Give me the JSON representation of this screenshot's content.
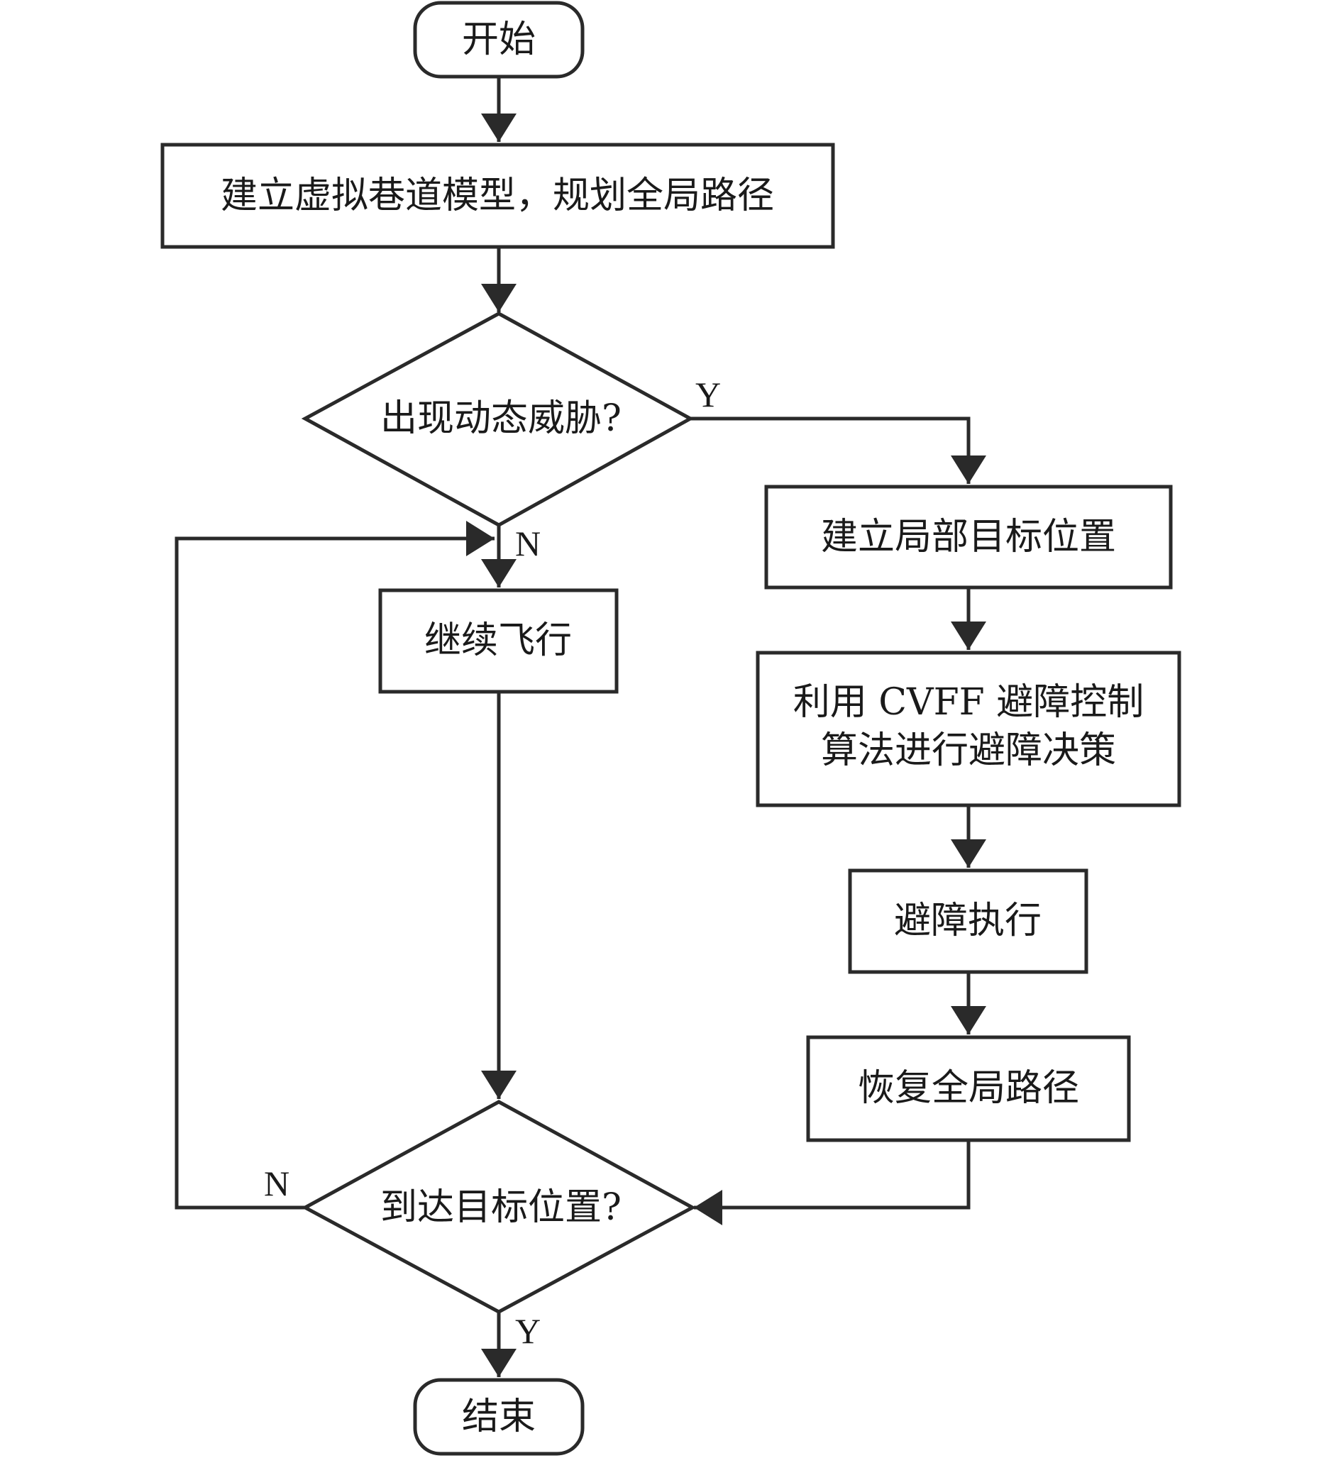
{
  "nodes": {
    "start": "开始",
    "build_model": "建立虚拟巷道模型，规划全局路径",
    "dynamic_threat_decision": "出现动态威胁?",
    "local_target": "建立局部目标位置",
    "cvff_decision_line1": "利用 CVFF 避障控制",
    "cvff_decision_line2": "算法进行避障决策",
    "avoid_execute": "避障执行",
    "restore_global_path": "恢复全局路径",
    "continue_flight": "继续飞行",
    "reach_target_decision": "到达目标位置?",
    "end": "结束"
  },
  "branch_labels": {
    "threat_yes": "Y",
    "threat_no": "N",
    "reach_no": "N",
    "reach_yes": "Y"
  }
}
